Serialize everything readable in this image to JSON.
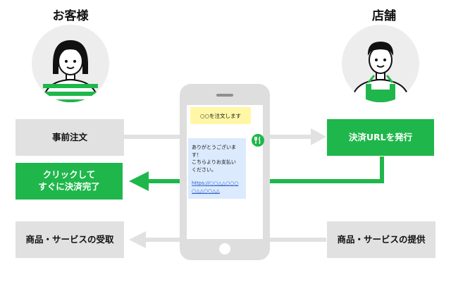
{
  "customer": {
    "title": "お客様"
  },
  "store": {
    "title": "店舗"
  },
  "boxes": {
    "order": "事前注文",
    "pay_line1": "クリックして",
    "pay_line2": "すぐに決済完了",
    "receive": "商品・サービスの受取",
    "issue_url": "決済URLを発行",
    "provide": "商品・サービスの提供"
  },
  "phone": {
    "order_message": "○○を注文します",
    "reply_lines": [
      "ありがとうございます！",
      "こちらよりお支払い",
      "ください。"
    ],
    "link_text": "https://○○△△○○○○△△○○△△"
  },
  "colors": {
    "accent": "#1fb74b",
    "flow_gray": "#e1e1e1",
    "order_bubble": "#fff7a6",
    "reply_bubble": "#dbeafd",
    "link": "#3366cc"
  },
  "icons": [
    "customer-avatar-icon",
    "store-staff-avatar-icon",
    "fork-knife-icon",
    "arrow-right-icon",
    "arrow-left-icon"
  ]
}
